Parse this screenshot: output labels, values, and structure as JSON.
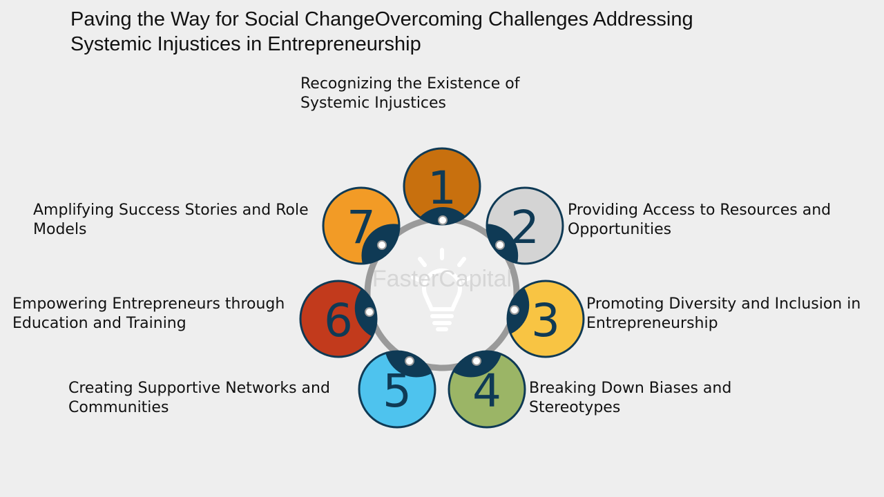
{
  "title": "Paving the Way for Social ChangeOvercoming Challenges Addressing Systemic Injustices in Entrepreneurship",
  "watermark": "FasterCapital",
  "colors": {
    "hub_dark": "#0f3a55",
    "ring": "#9a9a9a",
    "step1": "#c8700e",
    "step2": "#d4d4d4",
    "step3": "#f8c443",
    "step4": "#9bb566",
    "step5": "#4ec3ee",
    "step6": "#c23a1c",
    "step7": "#f29b26"
  },
  "steps": [
    {
      "number": "1",
      "label": "Recognizing the Existence of\nSystemic Injustices"
    },
    {
      "number": "2",
      "label": "Providing Access to Resources and\nOpportunities"
    },
    {
      "number": "3",
      "label": "Promoting Diversity and Inclusion in\nEntrepreneurship"
    },
    {
      "number": "4",
      "label": "Breaking Down Biases and\nStereotypes"
    },
    {
      "number": "5",
      "label": "Creating Supportive Networks and\nCommunities"
    },
    {
      "number": "6",
      "label": "Empowering Entrepreneurs through\nEducation and Training"
    },
    {
      "number": "7",
      "label": "Amplifying Success Stories and Role\nModels"
    }
  ],
  "center_icon": "lightbulb-icon"
}
